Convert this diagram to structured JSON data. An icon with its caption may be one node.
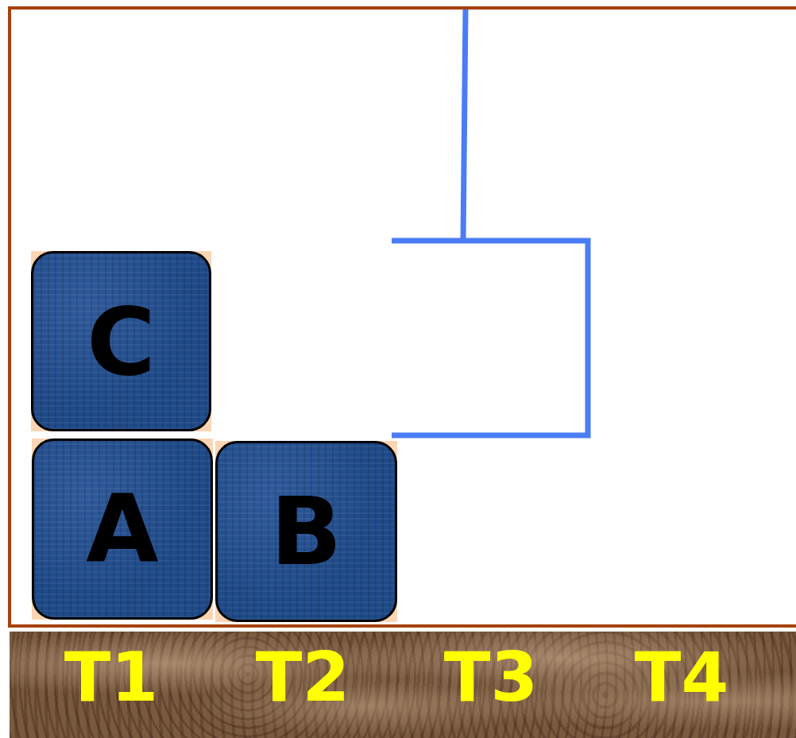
{
  "diagram": {
    "nodes": [
      {
        "text": [
          "C"
        ]
      },
      {
        "text": [
          "A"
        ]
      },
      {
        "text": [
          "B"
        ]
      },
      {
        "text": [
          "T1",
          "T2",
          "T3",
          "T4"
        ]
      }
    ]
  }
}
